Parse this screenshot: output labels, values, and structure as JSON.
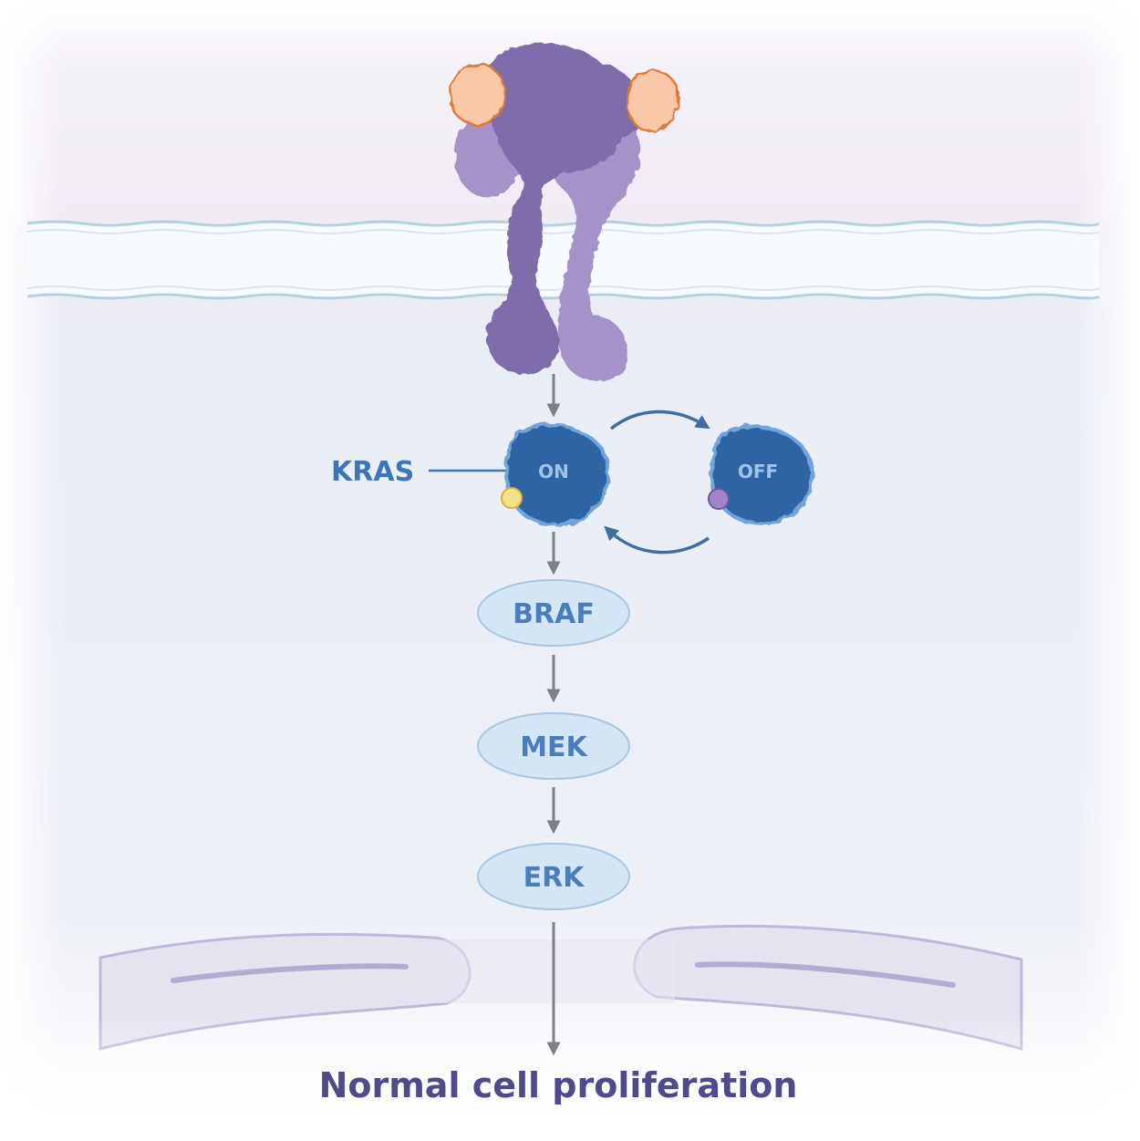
{
  "labels": {
    "kras": "KRAS",
    "on": "ON",
    "off": "OFF",
    "braf": "BRAF",
    "mek": "MEK",
    "erk": "ERK",
    "outcome": "Normal cell proliferation"
  },
  "colors": {
    "receptor": "#8a78b8",
    "receptor_light": "#a592c8",
    "ligand_fill": "#f8c8a8",
    "ligand_stroke": "#e07a3a",
    "kras_fill": "#2f64a4",
    "kras_stroke": "#6fa4dc",
    "node_fill": "#d4e6f5",
    "node_stroke": "#a8c6e2",
    "node_text": "#4a7dba",
    "kras_label": "#3d76b7",
    "arrow": "#7d8087",
    "cycle_arrow": "#3f6e9c",
    "gtp": "#f4e28a",
    "gdp": "#9e86c8",
    "outcome_text": "#4e4a8c"
  }
}
